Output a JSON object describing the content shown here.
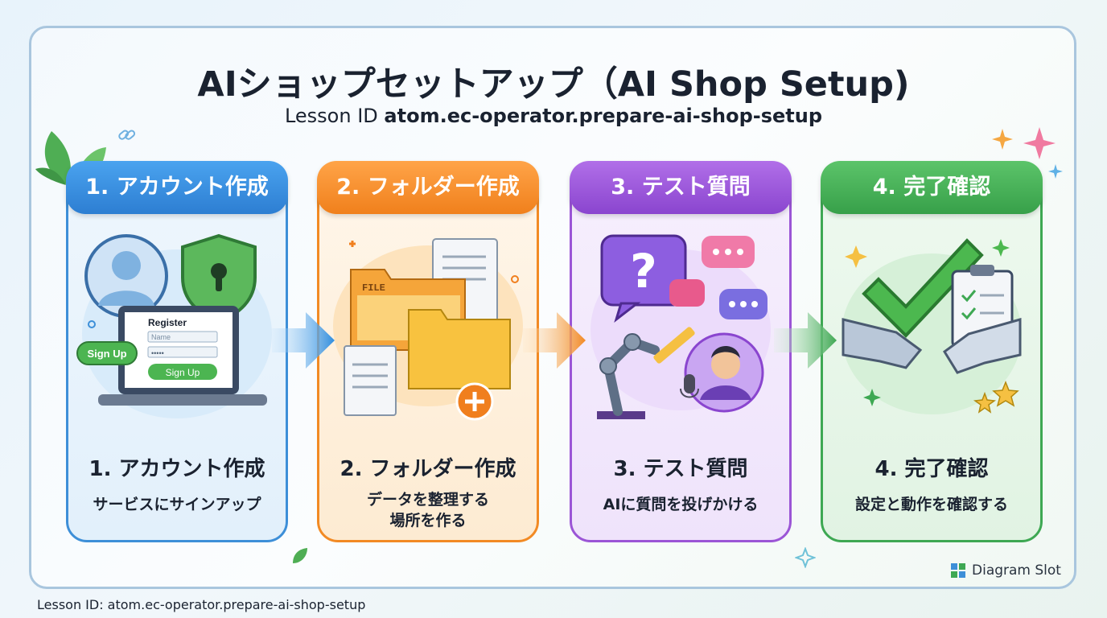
{
  "title": "AIショップセットアップ（AI Shop Setup)",
  "subtitle": {
    "prefix": "Lesson ID",
    "id": "atom.ec-operator.prepare-ai-shop-setup"
  },
  "steps": [
    {
      "header": "1. アカウント作成",
      "title": "1. アカウント作成",
      "desc": [
        "サービスにサインアップ"
      ],
      "color": "#3d8fd8"
    },
    {
      "header": "2. フォルダー作成",
      "title": "2. フォルダー作成",
      "desc": [
        "データを整理する",
        "場所を作る"
      ],
      "color": "#f28a24"
    },
    {
      "header": "3. テスト質問",
      "title": "3. テスト質問",
      "desc": [
        "AIに質問を投げかける"
      ],
      "color": "#9b55d6"
    },
    {
      "header": "4. 完了確認",
      "title": "4. 完了確認",
      "desc": [
        "設定と動作を確認する"
      ],
      "color": "#3ea853"
    }
  ],
  "illustration_text": {
    "register": "Register",
    "name_placeholder": "Name",
    "password_dots": "•••••",
    "sign_up": "Sign Up",
    "sign_up_tag": "Sign Up",
    "file_label": "FILE"
  },
  "footer": "Lesson ID: atom.ec-operator.prepare-ai-shop-setup",
  "badge": "Diagram Slot"
}
